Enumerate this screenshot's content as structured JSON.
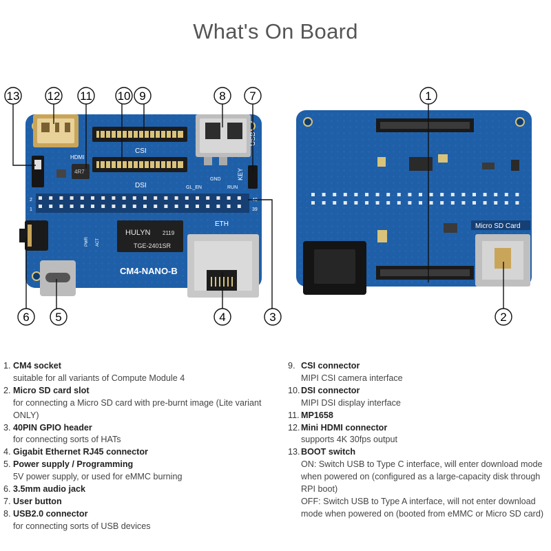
{
  "title": "What's On Board",
  "callouts": [
    "1",
    "2",
    "3",
    "4",
    "5",
    "6",
    "7",
    "8",
    "9",
    "10",
    "11",
    "12",
    "13"
  ],
  "board_labels": {
    "model": "CM4-NANO-B",
    "csi": "CSI",
    "dsi": "DSI",
    "eth": "ETH",
    "usb": "USB",
    "key": "KEY",
    "hdmi": "HDMI",
    "chip_brand": "HULYN",
    "chip_code": "2119",
    "chip_model": "TGE-2401SR",
    "gpio_2": "2",
    "gpio_1": "1",
    "gpio_40": "40",
    "gpio_39": "39",
    "gl_en": "GL_EN",
    "gnd": "GND",
    "run": "RUN",
    "pwr": "PWR",
    "act": "ACT",
    "inductor": "4R7",
    "micro_sd_card": "Micro SD Card"
  },
  "features": [
    {
      "num": "1.",
      "title": "CM4 socket",
      "desc": [
        "suitable for all variants of Compute Module 4"
      ]
    },
    {
      "num": "2.",
      "title": "Micro SD card slot",
      "desc": [
        "for connecting a Micro SD card with pre-burnt image (Lite variant",
        "ONLY)"
      ]
    },
    {
      "num": "3.",
      "title": "40PIN GPIO header",
      "desc": [
        "for connecting sorts of HATs"
      ]
    },
    {
      "num": "4.",
      "title": "Gigabit Ethernet RJ45 connector",
      "desc": []
    },
    {
      "num": "5.",
      "title": "Power supply / Programming",
      "desc": [
        "5V power supply, or used for eMMC burning"
      ]
    },
    {
      "num": "6.",
      "title": "3.5mm audio jack",
      "desc": []
    },
    {
      "num": "7.",
      "title": "User button",
      "desc": []
    },
    {
      "num": "8.",
      "title": "USB2.0 connector",
      "desc": [
        "for connecting sorts of USB devices"
      ]
    },
    {
      "num": "9.",
      "title": "CSI connector",
      "desc": [
        "MIPI CSI camera interface"
      ]
    },
    {
      "num": "10.",
      "title": "DSI connector",
      "desc": [
        "MIPI DSI display interface"
      ]
    },
    {
      "num": "11.",
      "title": "MP1658",
      "desc": []
    },
    {
      "num": "12.",
      "title": "Mini HDMI connector",
      "desc": [
        "supports 4K 30fps output"
      ]
    },
    {
      "num": "13.",
      "title": "BOOT switch",
      "desc": [
        "ON: Switch USB to Type C interface, will enter download mode",
        "when powered on (configured as a large-capacity disk through",
        "RPI boot)",
        "OFF: Switch USB to Type A interface, will not enter download",
        "mode when powered on (booted from eMMC or Micro SD card)"
      ]
    }
  ],
  "colors": {
    "board": "#1f5fa8",
    "board_dark": "#174d8c",
    "pad": "#d9c27a",
    "connector": "#1c1c1c",
    "metal": "#c9c9c9"
  }
}
